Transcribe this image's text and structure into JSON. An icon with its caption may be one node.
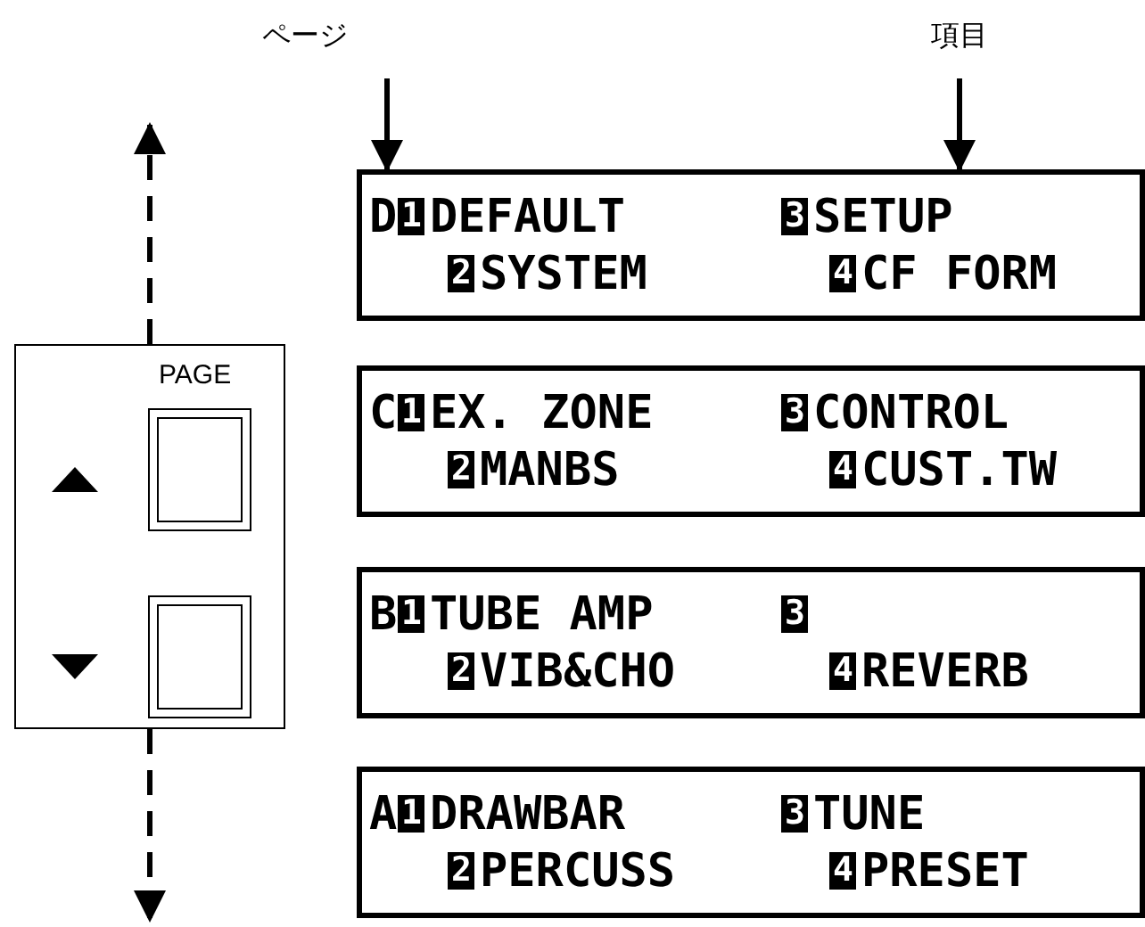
{
  "diagram": {
    "nodes": [
      {
        "text": [
          "ページ"
        ]
      },
      {
        "text": [
          "項目"
        ]
      },
      {
        "text": [
          "D",
          "1",
          "DEFAULT",
          "3",
          "SETUP",
          "2",
          "SYSTEM",
          "4",
          "CF FORM"
        ]
      },
      {
        "text": [
          "C",
          "1",
          "EX. ZONE",
          "3",
          "CONTROL",
          "2",
          "MANBS",
          "4",
          "CUST.TW"
        ]
      },
      {
        "text": [
          "B",
          "1",
          "TUBE AMP",
          "3",
          "2",
          "VIB&CHO",
          "4",
          "REVERB"
        ]
      },
      {
        "text": [
          "A",
          "1",
          "DRAWBAR",
          "3",
          "TUNE",
          "2",
          "PERCUSS",
          "4",
          "PRESET"
        ]
      },
      {
        "text": [
          "PAGE"
        ]
      },
      {
        "text": [],
        "shape": "box",
        "in": 6
      },
      {
        "text": [],
        "shape": "box",
        "in": 6
      }
    ],
    "edges": [
      {
        "from": 0,
        "to": 2,
        "arrow": "to"
      },
      {
        "from": 1,
        "to": 2,
        "arrow": "to"
      },
      {
        "from": 6,
        "to": null,
        "arrow": "to",
        "style": "dashed"
      },
      {
        "from": 6,
        "to": null,
        "arrow": "to",
        "style": "dashed"
      }
    ]
  }
}
